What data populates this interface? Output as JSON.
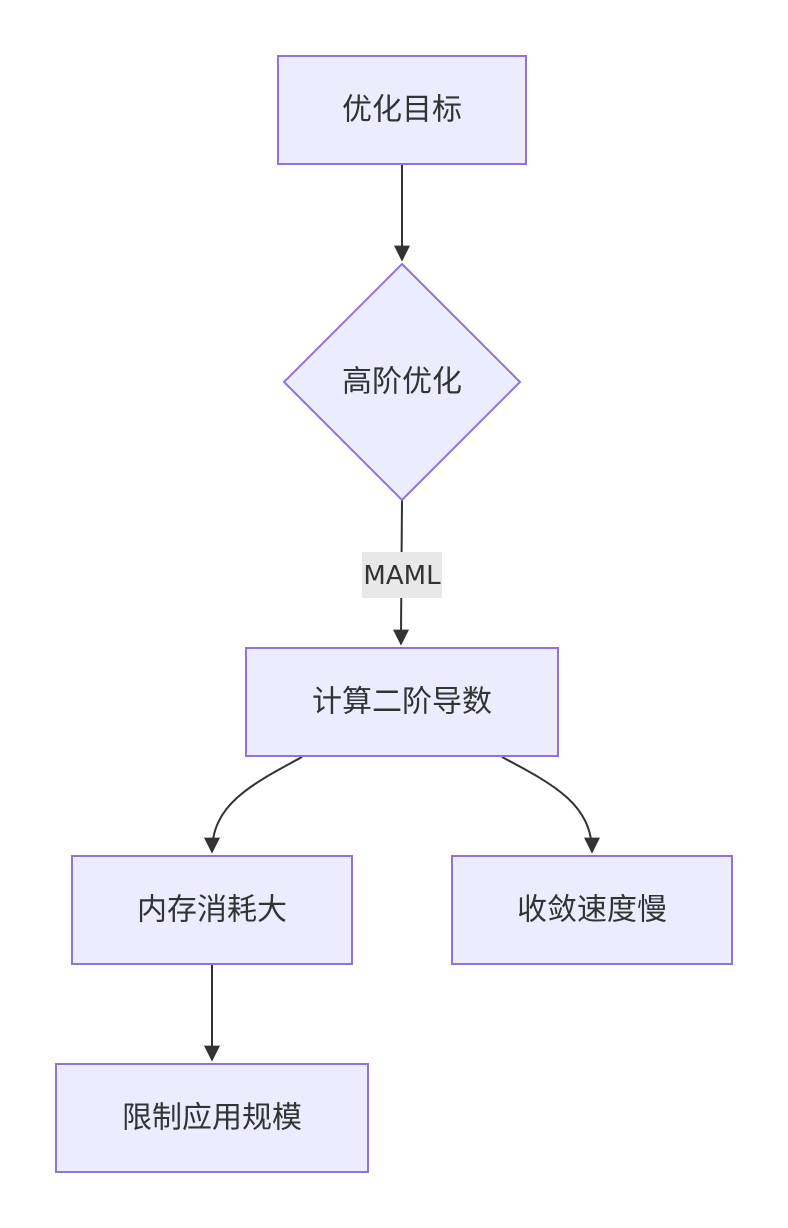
{
  "diagram": {
    "type": "flowchart",
    "colors": {
      "node_fill": "#ECECFF",
      "node_stroke": "#9370DB",
      "edge": "#333333",
      "label_bg": "#E8E8E8"
    },
    "nodes": {
      "goal": "优化目标",
      "higher_order": "高阶优化",
      "second_derivative": "计算二阶导数",
      "memory": "内存消耗大",
      "convergence": "收敛速度慢",
      "limit": "限制应用规模"
    },
    "edges": [
      {
        "from": "goal",
        "to": "higher_order",
        "label": ""
      },
      {
        "from": "higher_order",
        "to": "second_derivative",
        "label": "MAML"
      },
      {
        "from": "second_derivative",
        "to": "memory",
        "label": ""
      },
      {
        "from": "second_derivative",
        "to": "convergence",
        "label": ""
      },
      {
        "from": "memory",
        "to": "limit",
        "label": ""
      }
    ]
  }
}
